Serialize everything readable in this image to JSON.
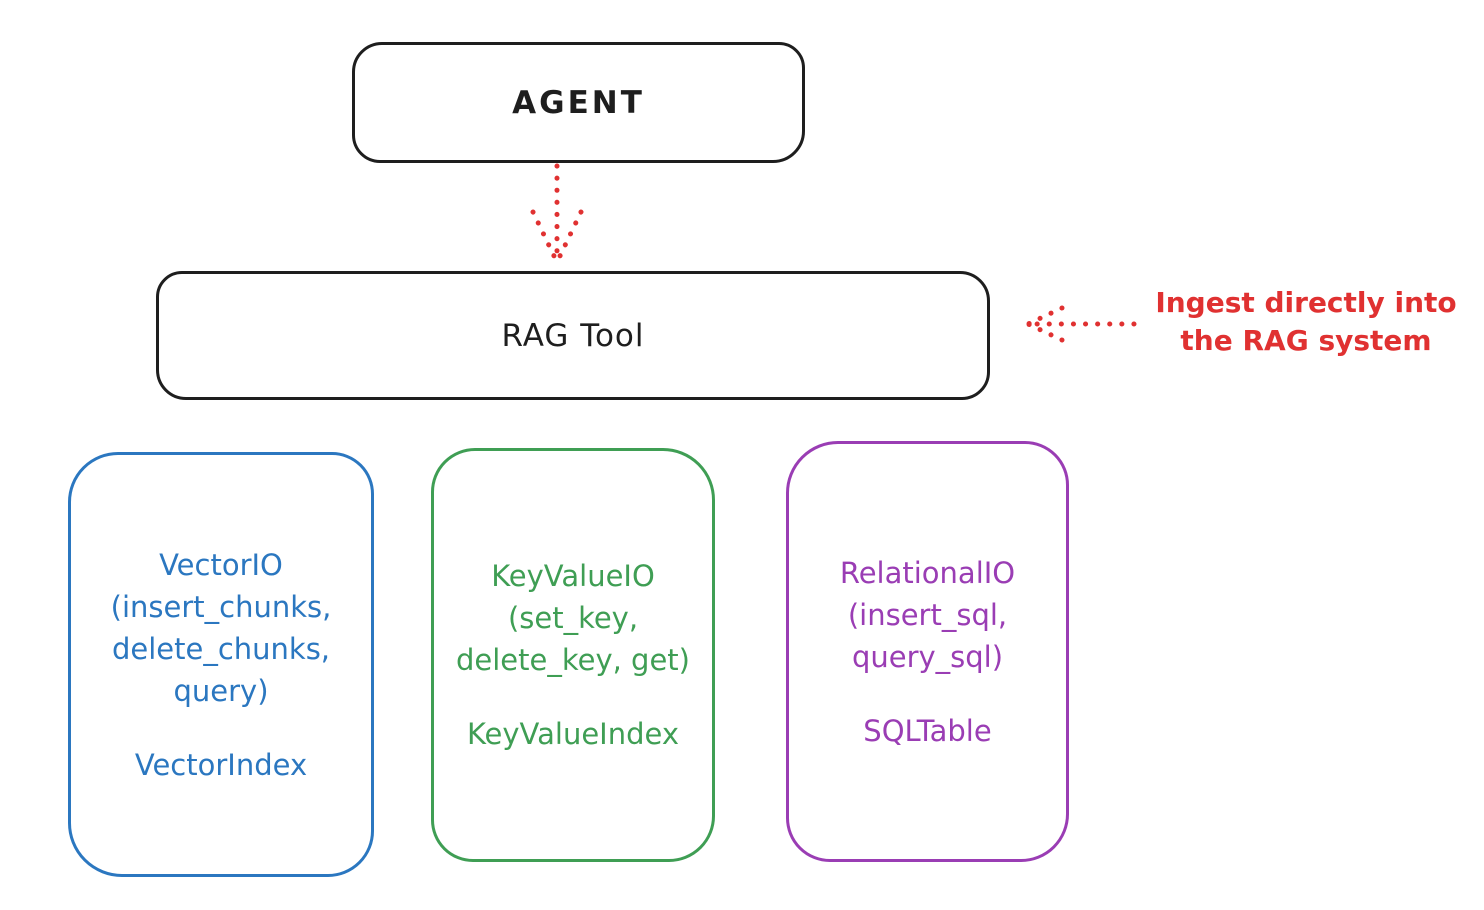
{
  "colors": {
    "ink_black": "#1e1e1e",
    "arrow_red": "#e03131",
    "vector_blue": "#2b77c0",
    "keyvalue_green": "#3f9e54",
    "relational_purple": "#9a3db4",
    "background": "#ffffff"
  },
  "diagram": {
    "agent": {
      "label": "AGENT"
    },
    "rag_tool": {
      "label": "RAG Tool"
    },
    "annotation": {
      "line1": "Ingest directly into",
      "line2": "the RAG system"
    },
    "storage_boxes": {
      "vector": {
        "lines": [
          "VectorIO",
          "(insert_chunks,",
          "delete_chunks,",
          "query)"
        ],
        "index_label": "VectorIndex",
        "color": "#2b77c0"
      },
      "keyvalue": {
        "lines": [
          "KeyValueIO",
          "(set_key,",
          "delete_key, get)"
        ],
        "index_label": "KeyValueIndex",
        "color": "#3f9e54"
      },
      "relational": {
        "lines": [
          "RelationalIO",
          "(insert_sql,",
          "query_sql)"
        ],
        "index_label": "SQLTable",
        "color": "#9a3db4"
      }
    }
  }
}
